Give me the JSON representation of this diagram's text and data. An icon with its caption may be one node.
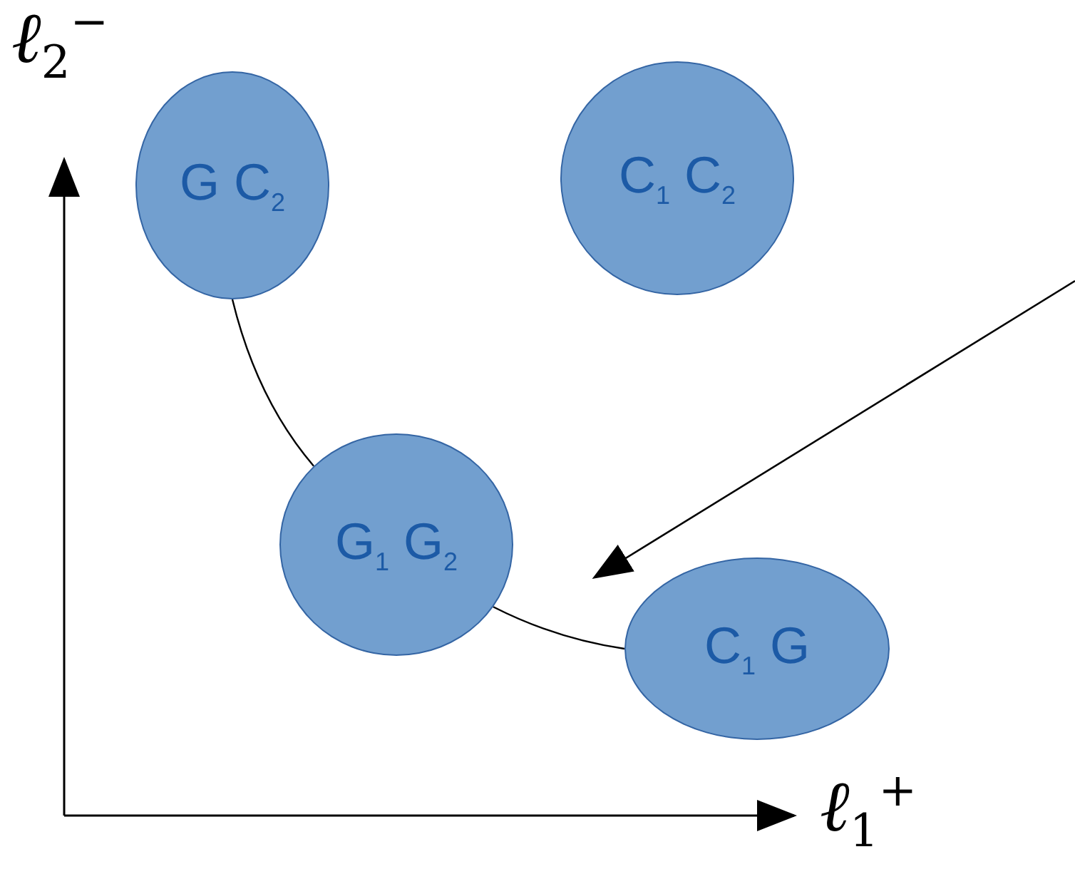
{
  "diagram": {
    "nodes": [
      {
        "text": [
          "G C$_{2}$"
        ]
      },
      {
        "text": [
          "C$_{1}$ C$_{2}$"
        ]
      },
      {
        "text": [
          "G$_{1}$ G$_{2}$"
        ]
      },
      {
        "text": [
          "C$_{1}$ G"
        ]
      }
    ],
    "edges": [
      {
        "from": 0,
        "to": 2,
        "arrow": "none"
      },
      {
        "from": 2,
        "to": 3,
        "arrow": "none"
      }
    ],
    "labels": [
      "ℓ$_{2}$$^{−}$",
      "ℓ$_{1}$$^{+}$"
    ]
  }
}
